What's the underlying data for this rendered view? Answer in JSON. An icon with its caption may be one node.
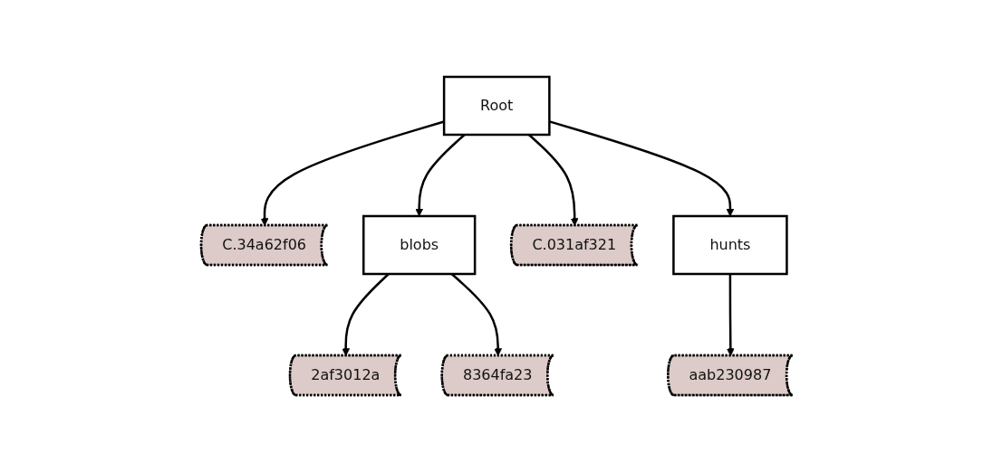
{
  "diagram": {
    "nodes": [
      {
        "text": [
          "Root"
        ]
      },
      {
        "text": [
          "C.34a62f06"
        ]
      },
      {
        "text": [
          "blobs"
        ]
      },
      {
        "text": [
          "C.031af321"
        ]
      },
      {
        "text": [
          "hunts"
        ]
      },
      {
        "text": [
          "2af3012a"
        ]
      },
      {
        "text": [
          "8364fa23"
        ]
      },
      {
        "text": [
          "aab230987"
        ]
      }
    ],
    "edges": [
      {
        "from": 0,
        "to": 1,
        "arrow": "to"
      },
      {
        "from": 0,
        "to": 2,
        "arrow": "to"
      },
      {
        "from": 0,
        "to": 3,
        "arrow": "to"
      },
      {
        "from": 0,
        "to": 4,
        "arrow": "to"
      },
      {
        "from": 2,
        "to": 5,
        "arrow": "to"
      },
      {
        "from": 2,
        "to": 6,
        "arrow": "to"
      },
      {
        "from": 4,
        "to": 7,
        "arrow": "to"
      }
    ]
  }
}
